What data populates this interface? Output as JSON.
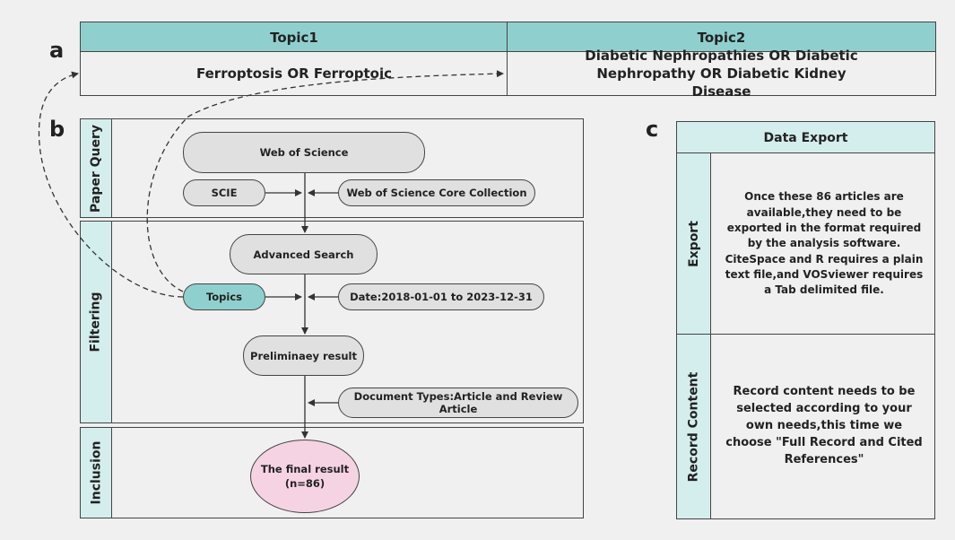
{
  "panel_a": {
    "letter": "a",
    "topic1_header": "Topic1",
    "topic2_header": "Topic2",
    "topic1_value": "Ferroptosis OR Ferroptoic",
    "topic2_value": "Diabetic Nephropathies OR Diabetic Nephropathy OR Diabetic Kidney Disease"
  },
  "panel_b": {
    "letter": "b",
    "lanes": {
      "paper_query": "Paper Query",
      "filtering": "Filtering",
      "inclusion": "Inclusion"
    },
    "nodes": {
      "web_of_science": "Web of Science",
      "scie": "SCIE",
      "core_collection": "Web of Science Core Collection",
      "advanced_search": "Advanced Search",
      "topics": "Topics",
      "date_range": "Date:2018-01-01 to 2023-12-31",
      "preliminary_result": "Preliminaey result",
      "document_types": "Document Types:Article and Review Article",
      "final_result_line1": "The final result",
      "final_result_line2": "(n=86)"
    }
  },
  "panel_c": {
    "letter": "c",
    "title": "Data Export",
    "export_label": "Export",
    "export_text": "Once these 86 articles are available,they need to be exported in the format required by the analysis software. CiteSpace and R requires a plain text file,and VOSviewer requires a Tab delimited file.",
    "record_label": "Record Content",
    "record_text": "Record content needs to be selected according to your own needs,this time we choose \"Full Record and Cited References\""
  },
  "colors": {
    "background": "#f0f0f0",
    "header_teal": "#8fd0cf",
    "lane_label": "#d4eeed",
    "node_gray": "#e0e0e0",
    "final_pink": "#f5d3e3"
  }
}
